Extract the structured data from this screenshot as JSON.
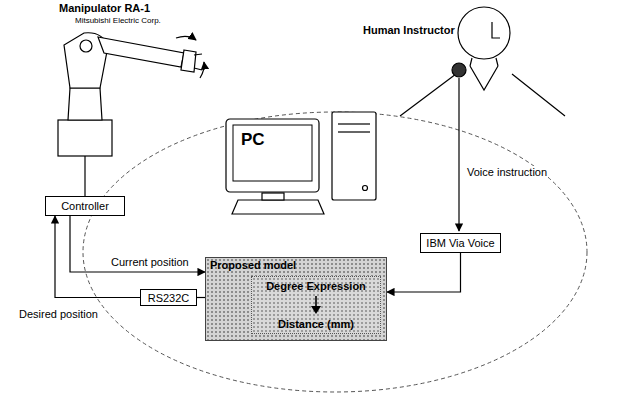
{
  "diagram": {
    "nodes": [
      {
        "text": [
          "PC"
        ]
      },
      {
        "text": [
          "Controller"
        ]
      },
      {
        "text": [
          "IBM Via Voice"
        ]
      },
      {
        "text": [
          "Proposed model"
        ]
      },
      {
        "text": [
          "Degree Expression",
          "Distance (mm)"
        ],
        "in": 3
      },
      {
        "text": [
          "RS232C"
        ]
      }
    ],
    "edges": [
      {
        "from": 1,
        "to": 3,
        "arrow": "to",
        "label": "Current position"
      },
      {
        "from": 3,
        "to": 5,
        "arrow": "none"
      },
      {
        "from": 5,
        "to": 1,
        "arrow": "to",
        "label": "Desired position"
      },
      {
        "from": 2,
        "to": 3,
        "arrow": "to"
      }
    ],
    "labels": [
      "Manipulator RA-1",
      "Mitsubishi Electric Corp.",
      "Human Instructor",
      "Voice instruction"
    ]
  }
}
